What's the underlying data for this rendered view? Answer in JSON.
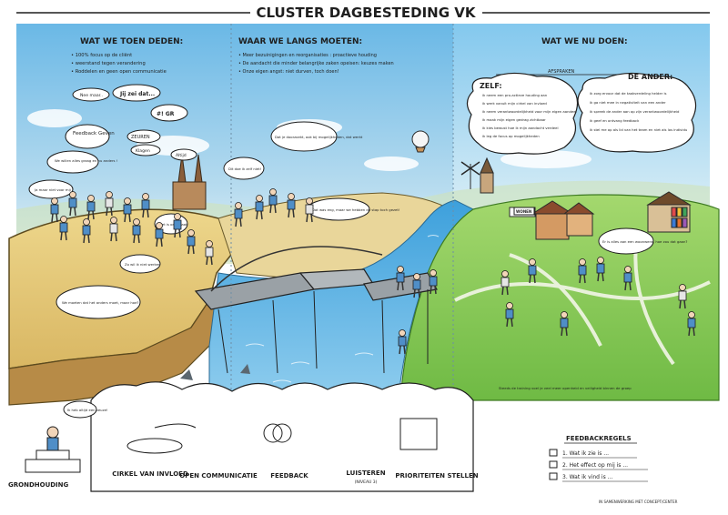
{
  "title": "CLUSTER DAGBESTEDING VK",
  "columns": {
    "left": {
      "heading": "WAT WE TOEN DEDEN:",
      "bullets": [
        "• 100% focus op de cliënt",
        "• weerstand tegen verandering",
        "• Roddelen en geen open communicatie"
      ]
    },
    "middle": {
      "heading": "WAAR WE LANGS MOETEN:",
      "bullets": [
        "• Meer bezuinigingen en reorganisaties : proactieve houding",
        "• De aandacht die minder belangrijke zaken opeisen: keuzes maken",
        "• Onze eigen angst: niet durven, toch doen!"
      ]
    },
    "right": {
      "heading": "WAT WE NU DOEN:",
      "afspraken": "AFSPRAKEN",
      "zelf_label": "ZELF:",
      "zelf_items": [
        "ik neem een pro-actieve houding aan",
        "ik werk vanuit mijn cirkel van invloed",
        "ik neem verantwoordelijkheid voor mijn eigen aandeel",
        "ik maak mijn eigen gedrag zichtbaar",
        "ik kies bewust hoe ik mijn aandacht verdeel",
        "ik leg de focus op mogelijkheden"
      ],
      "ander_label": "DE ANDER:",
      "ander_items": [
        "ik zorg ervoor dat de taakverdeling helder is",
        "ik ga niet mee in negativiteit van een ander",
        "ik spreek de ander aan op zijn verantwoordelijkheid",
        "ik geef en ontvang feedback",
        "ik stel me op als lid van het team en niet als los individu"
      ]
    }
  },
  "speech": {
    "nee_maar": "Nee maar..",
    "jij_zei": "Jij zei dat...",
    "gr": "#! GR",
    "feedback_geven": "Feedback Geven",
    "zeuren": "ZEUREN",
    "klagen": "Klagen",
    "altijd": "Altijd",
    "willen_anders": "We willen alles graag en nu anders !",
    "ja_maar": "Ja maar niet voor mij",
    "moeten_anders": "We moeten dat het anders moet, maar hoe?",
    "zo_wil": "Zo wil ik niet werken",
    "zaak": "Het is onze zaak",
    "heb_altijd": "Ik heb altijd een keuze!",
    "dit_doe": "Dit doe ik zelf niet!",
    "doorzoek": "Dat je doorzoekt, ook bij mogelijkheden, dat werkt",
    "was_eng": "Dat was eng, maar we hebben de stap toch gezet!",
    "woon": "WONEN",
    "eigen_huis": "Er is alles aan een woonwens, hoe zou dat gaan?",
    "steeds_meer": "Steeds de training voel je veel meer openheid en veiligheid binnen de groep"
  },
  "foundations": {
    "grondhouding": "GRONDHOUDING",
    "items": [
      {
        "label": "CIRKEL VAN INVLOED",
        "sub": ""
      },
      {
        "label": "OPEN COMMUNICATIE",
        "sub": ""
      },
      {
        "label": "FEEDBACK",
        "sub": ""
      },
      {
        "label": "LUISTEREN",
        "sub": "(NIVEAU 3)"
      },
      {
        "label": "PRIORITEITEN STELLEN",
        "sub": ""
      }
    ]
  },
  "feedbackregels": {
    "title": "FEEDBACKREGELS",
    "items": [
      "1. Wat ik zie is ...",
      "2. Het effect op mij is ...",
      "3. Wat ik vind is ..."
    ]
  },
  "credit": "IN SAMENWERKING MET CONCEPT/CENTER",
  "colors": {
    "sky": "#7fc3ea",
    "sand": "#e4cb7c",
    "grass": "#8fcc5b",
    "water": "#5bb4e5",
    "shirt": "#4f8ec7",
    "ink": "#1e1e1e",
    "accent": "#e8712c"
  }
}
